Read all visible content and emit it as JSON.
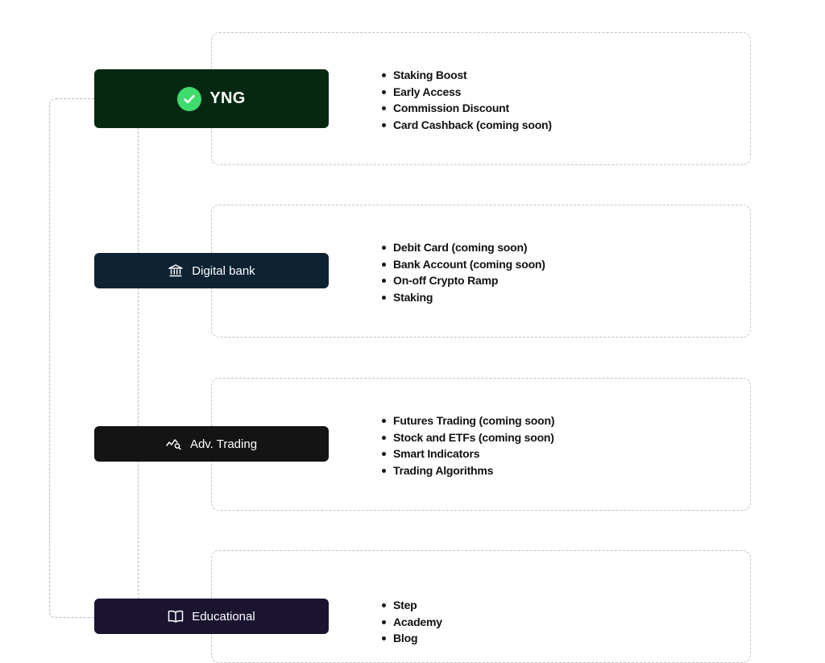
{
  "tiers": [
    {
      "label": "YNG",
      "icon": "check-badge-icon",
      "color": "#062812",
      "accent": "#3ddc6c",
      "features": [
        "Staking Boost",
        "Early Access",
        "Commission Discount",
        "Card Cashback (coming soon)"
      ]
    },
    {
      "label": "Digital bank",
      "icon": "bank-icon",
      "color": "#0d2233",
      "features": [
        "Debit Card (coming soon)",
        "Bank Account (coming soon)",
        "On-off Crypto Ramp",
        "Staking"
      ]
    },
    {
      "label": "Adv. Trading",
      "icon": "trading-chart-icon",
      "color": "#141414",
      "features": [
        "Futures Trading (coming soon)",
        "Stock and ETFs (coming soon)",
        "Smart Indicators",
        "Trading Algorithms"
      ]
    },
    {
      "label": "Educational",
      "icon": "book-icon",
      "color": "#1b1430",
      "features": [
        "Step",
        "Academy",
        "Blog"
      ]
    }
  ]
}
